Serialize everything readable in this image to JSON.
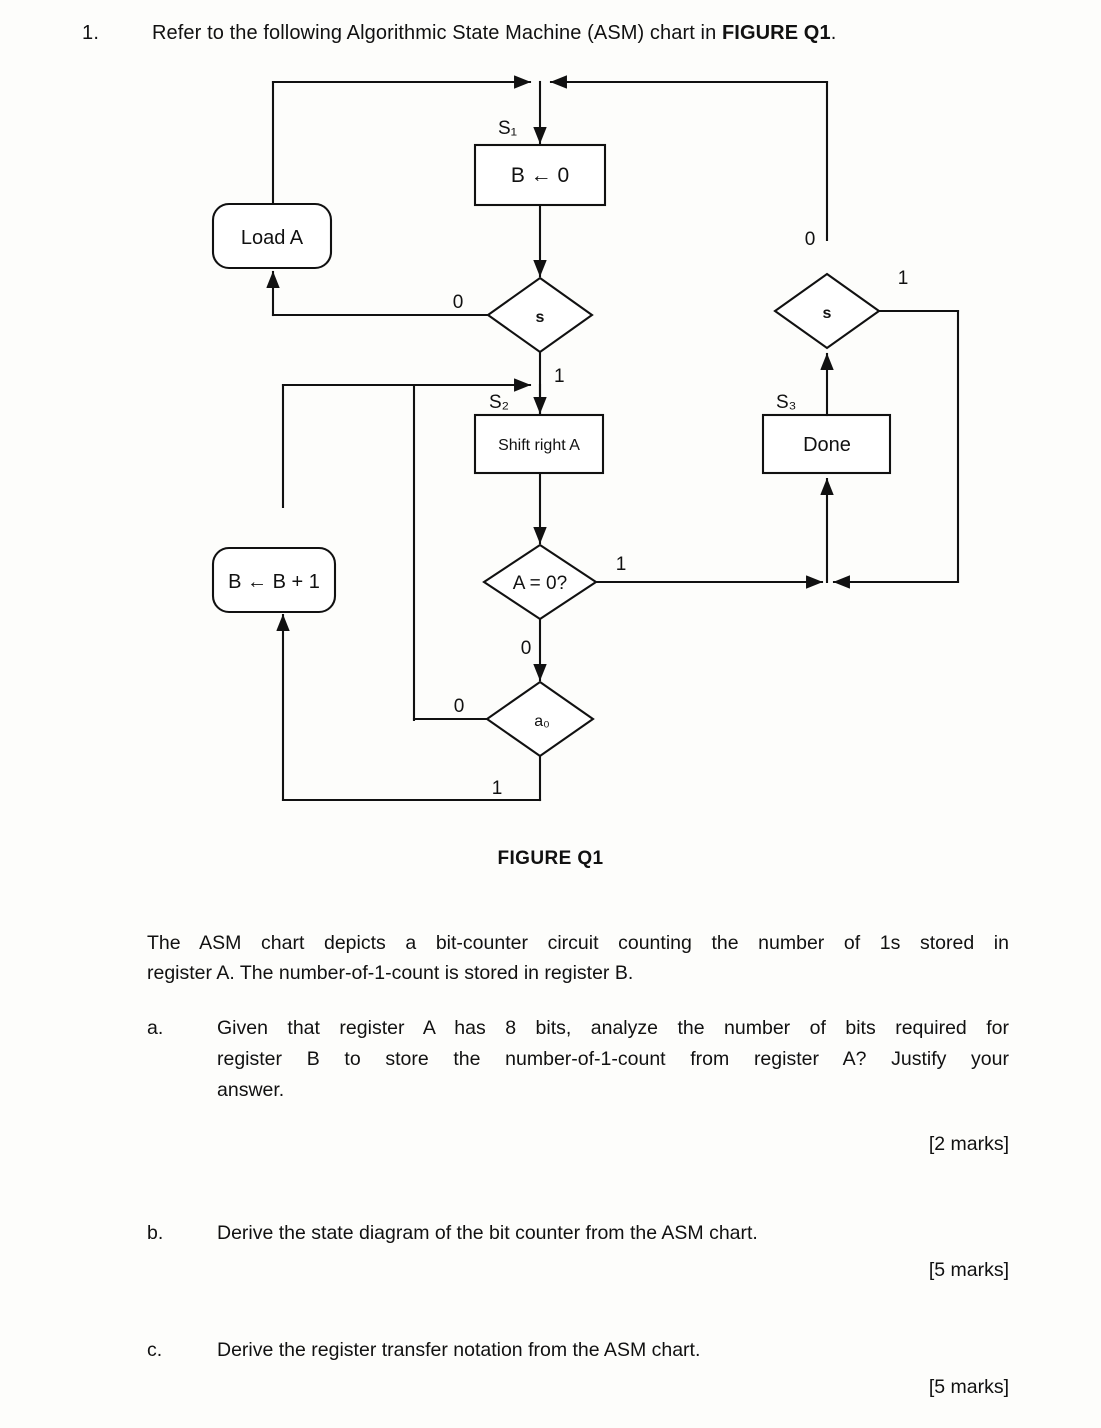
{
  "question": {
    "number": "1.",
    "prompt_plain": "Refer to the following Algorithmic State Machine (ASM) chart in ",
    "prompt_bold": "FIGURE Q1",
    "prompt_tail": "."
  },
  "figure": {
    "caption": "FIGURE Q1",
    "states": {
      "s1_label": "S₁",
      "s2_label": "S₂",
      "s3_label": "S₃"
    },
    "boxes": {
      "b_clear": "B ← 0",
      "shift_right": "Shift right A",
      "done": "Done"
    },
    "conditional_outputs": {
      "load_a": "Load A",
      "b_increment": "B ← B + 1"
    },
    "decisions": {
      "start_left": "s",
      "start_right": "s",
      "a_zero": "A = 0?",
      "a0_bit": "a₀"
    },
    "branch_labels": {
      "left_s_zero": "0",
      "left_s_one": "1",
      "right_s_zero": "0",
      "right_s_one": "1",
      "a_zero_one": "1",
      "a_zero_zero": "0",
      "a0_zero": "0",
      "a0_one": "1"
    }
  },
  "body": {
    "intro_line1": "The ASM chart depicts a bit-counter circuit counting the number of 1s stored in",
    "intro_line2": "register A. The number-of-1-count is stored in register B.",
    "items": [
      {
        "label": "a.",
        "line1": "Given that register A has 8 bits, analyze the number of bits required for",
        "line2": "register B to store the number-of-1-count from register A? Justify your",
        "line3": "answer.",
        "marks": "[2 marks]"
      },
      {
        "label": "b.",
        "line1": "Derive the state diagram of the bit counter from the ASM chart.",
        "marks": "[5 marks]"
      },
      {
        "label": "c.",
        "line1": "Derive the register transfer notation from the ASM chart.",
        "marks": "[5 marks]"
      }
    ]
  },
  "colors": {
    "ink": "#111111",
    "paper": "#fdfdfb"
  }
}
